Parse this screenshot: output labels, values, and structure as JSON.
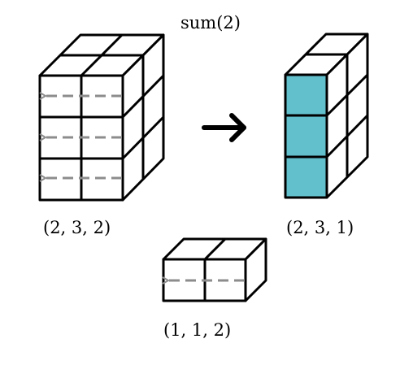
{
  "title": "sum(2)",
  "labels": {
    "input_shape": "(2, 3, 2)",
    "output_shape": "(2, 3, 1)",
    "summed_shape": "(1, 1, 2)"
  },
  "icons": {
    "arrow": "right-arrow-icon",
    "sum_direction": "dashed-left-arrow-icon"
  },
  "colors": {
    "highlight": "#62bfcc",
    "dash_arrow": "#8c8c8c",
    "stroke": "#000000"
  }
}
